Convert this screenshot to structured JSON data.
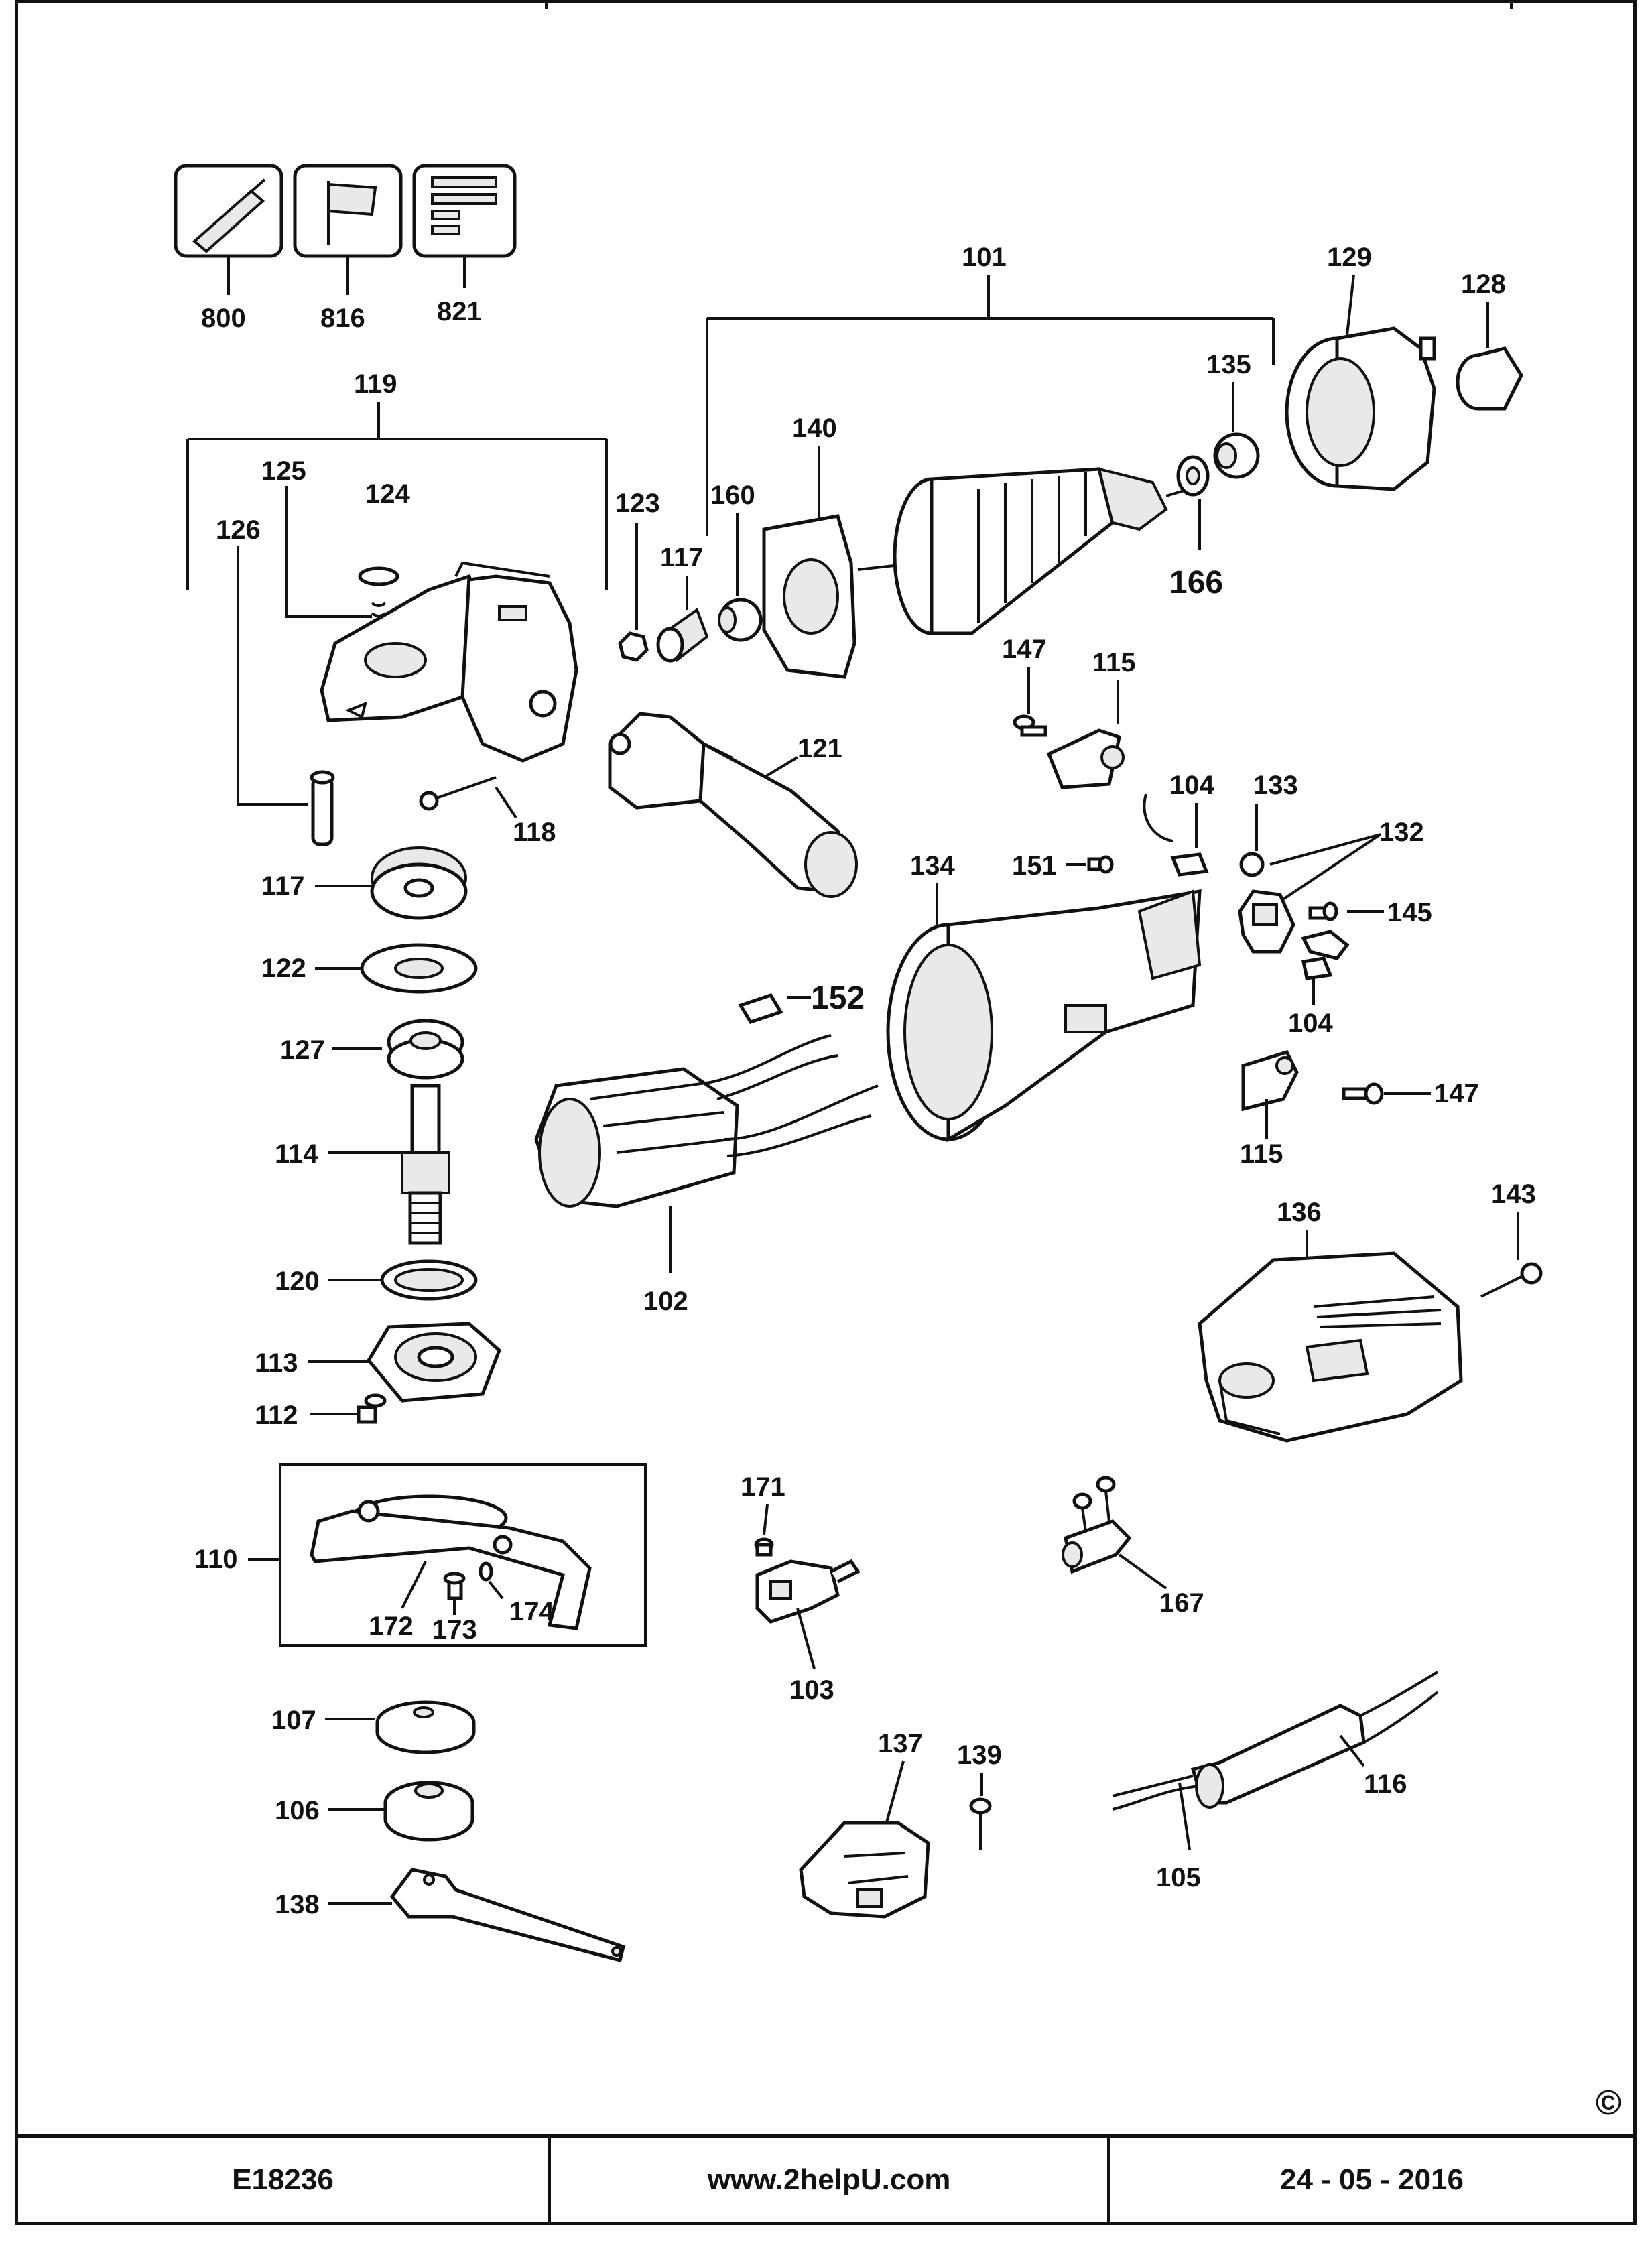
{
  "footer": {
    "model": "E18236",
    "website": "www.2helpU.com",
    "date": "24 - 05 - 2016"
  },
  "copyright_symbol": "©",
  "diagram": {
    "labels": {
      "l800": "800",
      "l816": "816",
      "l821": "821",
      "l119": "119",
      "l125": "125",
      "l124": "124",
      "l126": "126",
      "l123": "123",
      "l117a": "117",
      "l160": "160",
      "l101": "101",
      "l140": "140",
      "l129": "129",
      "l128": "128",
      "l135": "135",
      "l166": "166",
      "l118": "118",
      "l121": "121",
      "l147a": "147",
      "l115a": "115",
      "l104a": "104",
      "l133": "133",
      "l132": "132",
      "l117b": "117",
      "l151": "151",
      "l134": "134",
      "l145": "145",
      "l122": "122",
      "l152": "152",
      "l104b": "104",
      "l127": "127",
      "l147b": "147",
      "l115b": "115",
      "l114": "114",
      "l102": "102",
      "l143": "143",
      "l136": "136",
      "l120": "120",
      "l113": "113",
      "l112": "112",
      "l171": "171",
      "l110": "110",
      "l172": "172",
      "l173": "173",
      "l174": "174",
      "l167": "167",
      "l103": "103",
      "l107": "107",
      "l137": "137",
      "l139": "139",
      "l116": "116",
      "l106": "106",
      "l105": "105",
      "l138": "138"
    }
  }
}
